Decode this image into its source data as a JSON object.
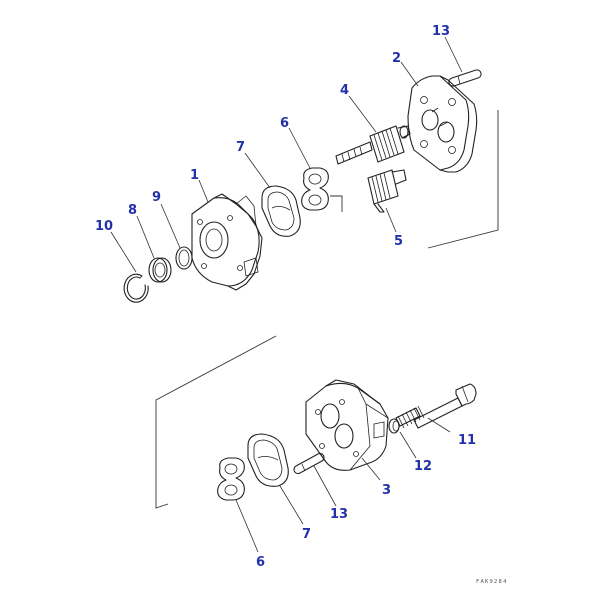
{
  "callouts": {
    "c1": "1",
    "c2": "2",
    "c3": "3",
    "c4": "4",
    "c5": "5",
    "c6_top": "6",
    "c6_bottom": "6",
    "c7_top": "7",
    "c7_bottom": "7",
    "c8": "8",
    "c9": "9",
    "c10": "10",
    "c11": "11",
    "c12": "12",
    "c13_top": "13",
    "c13_bottom": "13"
  },
  "drawing_code": "FAK9284",
  "colors": {
    "callout": "#2231a8",
    "line": "#222222",
    "background": "#ffffff"
  }
}
